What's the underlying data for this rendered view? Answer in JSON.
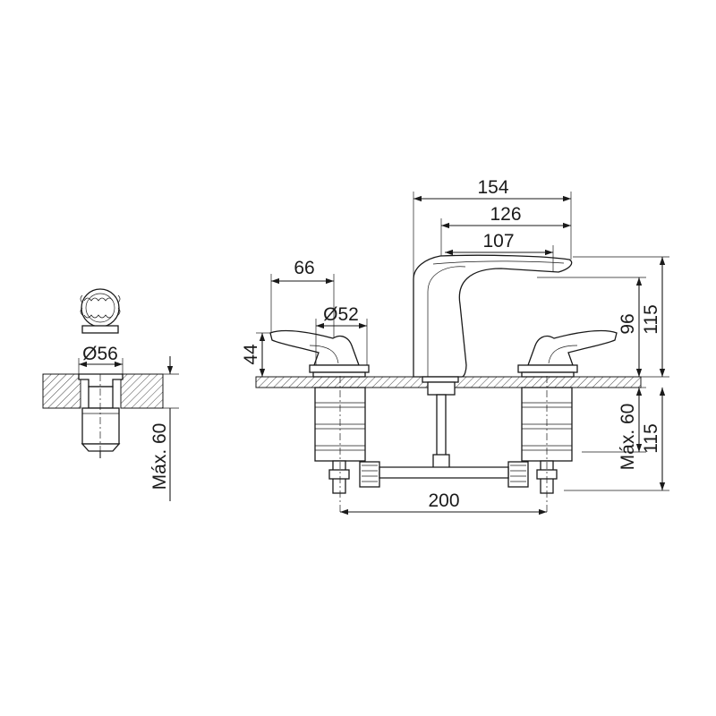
{
  "dimensions": {
    "spout_reach_total": "154",
    "spout_reach_mid": "126",
    "spout_reach_inner": "107",
    "handle_reach": "66",
    "handle_base_dia": "Ø52",
    "handle_height": "44",
    "spout_height_inner": "96",
    "spout_height_total": "115",
    "below_counter_max": "Máx. 60",
    "below_counter_total": "115",
    "handle_spacing": "200",
    "drain_dia": "Ø56",
    "drain_below_max": "Máx. 60"
  }
}
